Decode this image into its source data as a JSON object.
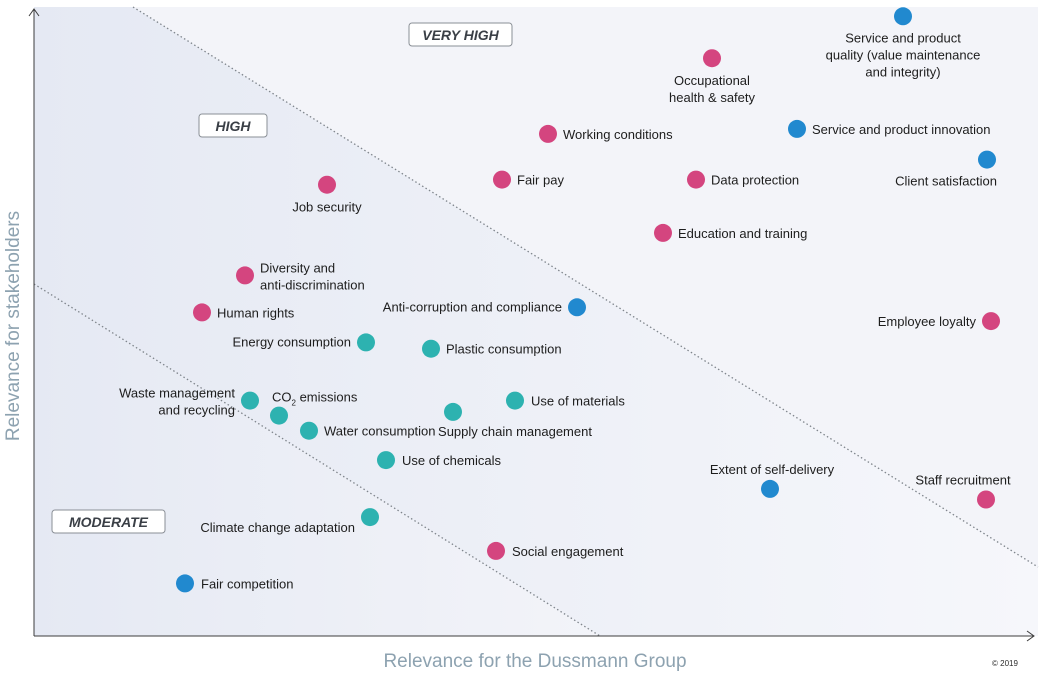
{
  "chart_data": {
    "type": "scatter",
    "xlabel": "Relevance for the Dussmann Group",
    "ylabel": "Relevance for stakeholders",
    "xlim": [
      0,
      100
    ],
    "ylim": [
      0,
      100
    ],
    "grid": false,
    "colors": {
      "social": "#d4457f",
      "environment": "#2db2b0",
      "business": "#2189cf"
    },
    "zones": [
      "VERY HIGH",
      "HIGH",
      "MODERATE"
    ],
    "points": [
      {
        "label": "Service and product quality (value maintenance and integrity)",
        "x": 86.9,
        "y": 99.0,
        "category": "business"
      },
      {
        "label": "Occupational health & safety",
        "x": 67.8,
        "y": 92.3,
        "category": "social"
      },
      {
        "label": "Working conditions",
        "x": 51.4,
        "y": 80.2,
        "category": "social"
      },
      {
        "label": "Service and product innovation",
        "x": 76.3,
        "y": 81.0,
        "category": "business"
      },
      {
        "label": "Client satisfaction",
        "x": 95.3,
        "y": 76.1,
        "category": "business"
      },
      {
        "label": "Job security",
        "x": 29.3,
        "y": 72.1,
        "category": "social"
      },
      {
        "label": "Fair pay",
        "x": 46.8,
        "y": 72.9,
        "category": "social"
      },
      {
        "label": "Data protection",
        "x": 66.2,
        "y": 72.9,
        "category": "social"
      },
      {
        "label": "Education and training",
        "x": 62.9,
        "y": 64.4,
        "category": "social"
      },
      {
        "label": "Diversity and anti-discrimination",
        "x": 21.1,
        "y": 57.6,
        "category": "social"
      },
      {
        "label": "Anti-corruption and compliance",
        "x": 54.3,
        "y": 52.5,
        "category": "business"
      },
      {
        "label": "Human rights",
        "x": 16.8,
        "y": 51.7,
        "category": "social"
      },
      {
        "label": "Employee loyalty",
        "x": 95.7,
        "y": 50.3,
        "category": "social"
      },
      {
        "label": "Energy consumption",
        "x": 33.2,
        "y": 46.9,
        "category": "environment"
      },
      {
        "label": "Plastic consumption",
        "x": 39.7,
        "y": 45.9,
        "category": "environment"
      },
      {
        "label": "Waste management and recycling",
        "x": 21.6,
        "y": 37.6,
        "category": "environment"
      },
      {
        "label": "CO2 emissions",
        "x": 24.5,
        "y": 35.2,
        "category": "environment"
      },
      {
        "label": "Water consumption",
        "x": 27.5,
        "y": 32.8,
        "category": "environment"
      },
      {
        "label": "Supply chain management",
        "x": 41.9,
        "y": 35.8,
        "category": "environment"
      },
      {
        "label": "Use of materials",
        "x": 48.1,
        "y": 37.6,
        "category": "environment"
      },
      {
        "label": "Use of chemicals",
        "x": 35.2,
        "y": 28.1,
        "category": "environment"
      },
      {
        "label": "Extent of self-delivery",
        "x": 73.6,
        "y": 23.5,
        "category": "business"
      },
      {
        "label": "Staff recruitment",
        "x": 95.2,
        "y": 21.8,
        "category": "social"
      },
      {
        "label": "Climate change adaptation",
        "x": 33.6,
        "y": 19.0,
        "category": "environment"
      },
      {
        "label": "Social engagement",
        "x": 46.2,
        "y": 13.6,
        "category": "social"
      },
      {
        "label": "Fair competition",
        "x": 15.1,
        "y": 8.4,
        "category": "business"
      }
    ]
  },
  "footer": {
    "copyright": "© 2019"
  }
}
